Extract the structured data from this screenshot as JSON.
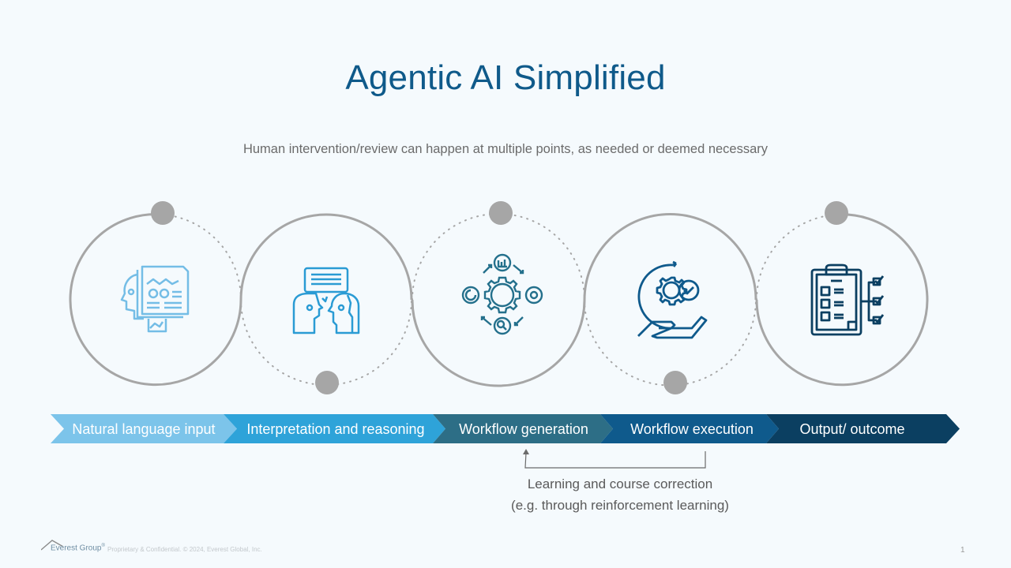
{
  "slide": {
    "title": "Agentic AI Simplified",
    "subtitle": "Human intervention/review can happen at multiple points, as needed or deemed necessary"
  },
  "stages": [
    {
      "label": "Natural language input",
      "icon": "human-head-document-icon",
      "color": "#7cc4ea",
      "icon_color": "#74bde6"
    },
    {
      "label": "Interpretation and reasoning",
      "icon": "human-robot-conversation-icon",
      "color": "#2ea3d9",
      "icon_color": "#2a9bd4"
    },
    {
      "label": "Workflow generation",
      "icon": "gear-cycle-icon",
      "color": "#2d6e86",
      "icon_color": "#24708c"
    },
    {
      "label": "Workflow execution",
      "icon": "hand-gear-check-icon",
      "color": "#0f5a8c",
      "icon_color": "#0f5a8c"
    },
    {
      "label": "Output/ outcome",
      "icon": "clipboard-checklist-icon",
      "color": "#0b3f61",
      "icon_color": "#0b3f61"
    }
  ],
  "feedback": {
    "line1": "Learning and course correction",
    "line2": "(e.g. through reinforcement learning)"
  },
  "footer": {
    "logo": "Everest Group",
    "logo_mark": "®",
    "copyright": "Proprietary & Confidential. © 2024, Everest Global, Inc.",
    "page": "1"
  },
  "colors": {
    "title": "#0f5a8a",
    "circle_stroke": "#a6a6a6",
    "dot": "#a6a6a6",
    "background": "#f5fafd"
  }
}
